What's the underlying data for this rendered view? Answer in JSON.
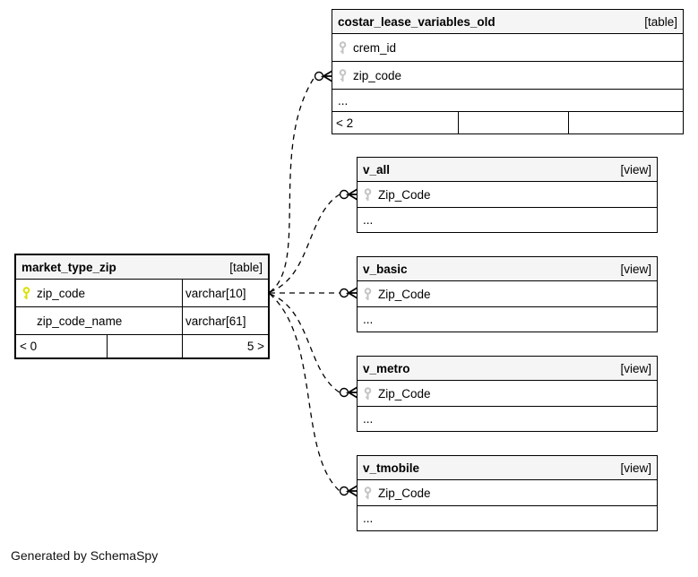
{
  "caption": {
    "text": "Generated by SchemaSpy"
  },
  "colors": {
    "primary_key": "#d9e000",
    "key_icon_gray": "#c3c3c3",
    "header_bg": "#f5f5f5",
    "border": "#000000",
    "background": "#ffffff",
    "relationship_line": "#000000"
  },
  "tables": {
    "costar": {
      "name": "costar_lease_variables_old",
      "badge": "[table]",
      "columns": [
        {
          "name": "crem_id",
          "key": "secondary"
        },
        {
          "name": "zip_code",
          "key": "secondary"
        }
      ],
      "ellipsis": "...",
      "footer": {
        "left": "< 2",
        "mid": "",
        "right": ""
      }
    },
    "market": {
      "name": "market_type_zip",
      "badge": "[table]",
      "columns": [
        {
          "name": "zip_code",
          "type": "varchar[10]",
          "key": "primary"
        },
        {
          "name": "zip_code_name",
          "type": "varchar[61]",
          "key": "none"
        }
      ],
      "footer": {
        "left": "< 0",
        "mid": "",
        "right": "5 >"
      }
    },
    "v_all": {
      "name": "v_all",
      "badge": "[view]",
      "columns": [
        {
          "name": "Zip_Code",
          "key": "secondary"
        }
      ],
      "ellipsis": "..."
    },
    "v_basic": {
      "name": "v_basic",
      "badge": "[view]",
      "columns": [
        {
          "name": "Zip_Code",
          "key": "secondary"
        }
      ],
      "ellipsis": "..."
    },
    "v_metro": {
      "name": "v_metro",
      "badge": "[view]",
      "columns": [
        {
          "name": "Zip_Code",
          "key": "secondary"
        }
      ],
      "ellipsis": "..."
    },
    "v_tmobile": {
      "name": "v_tmobile",
      "badge": "[view]",
      "columns": [
        {
          "name": "Zip_Code",
          "key": "secondary"
        }
      ],
      "ellipsis": "..."
    }
  },
  "relationships": [
    {
      "from": "market_type_zip.zip_code",
      "to": "costar_lease_variables_old.zip_code",
      "style": "dashed",
      "end": "zero-or-many"
    },
    {
      "from": "market_type_zip.zip_code",
      "to": "v_all.Zip_Code",
      "style": "dashed",
      "end": "zero-or-many"
    },
    {
      "from": "market_type_zip.zip_code",
      "to": "v_basic.Zip_Code",
      "style": "dashed",
      "end": "zero-or-many"
    },
    {
      "from": "market_type_zip.zip_code",
      "to": "v_metro.Zip_Code",
      "style": "dashed",
      "end": "zero-or-many"
    },
    {
      "from": "market_type_zip.zip_code",
      "to": "v_tmobile.Zip_Code",
      "style": "dashed",
      "end": "zero-or-many"
    }
  ]
}
